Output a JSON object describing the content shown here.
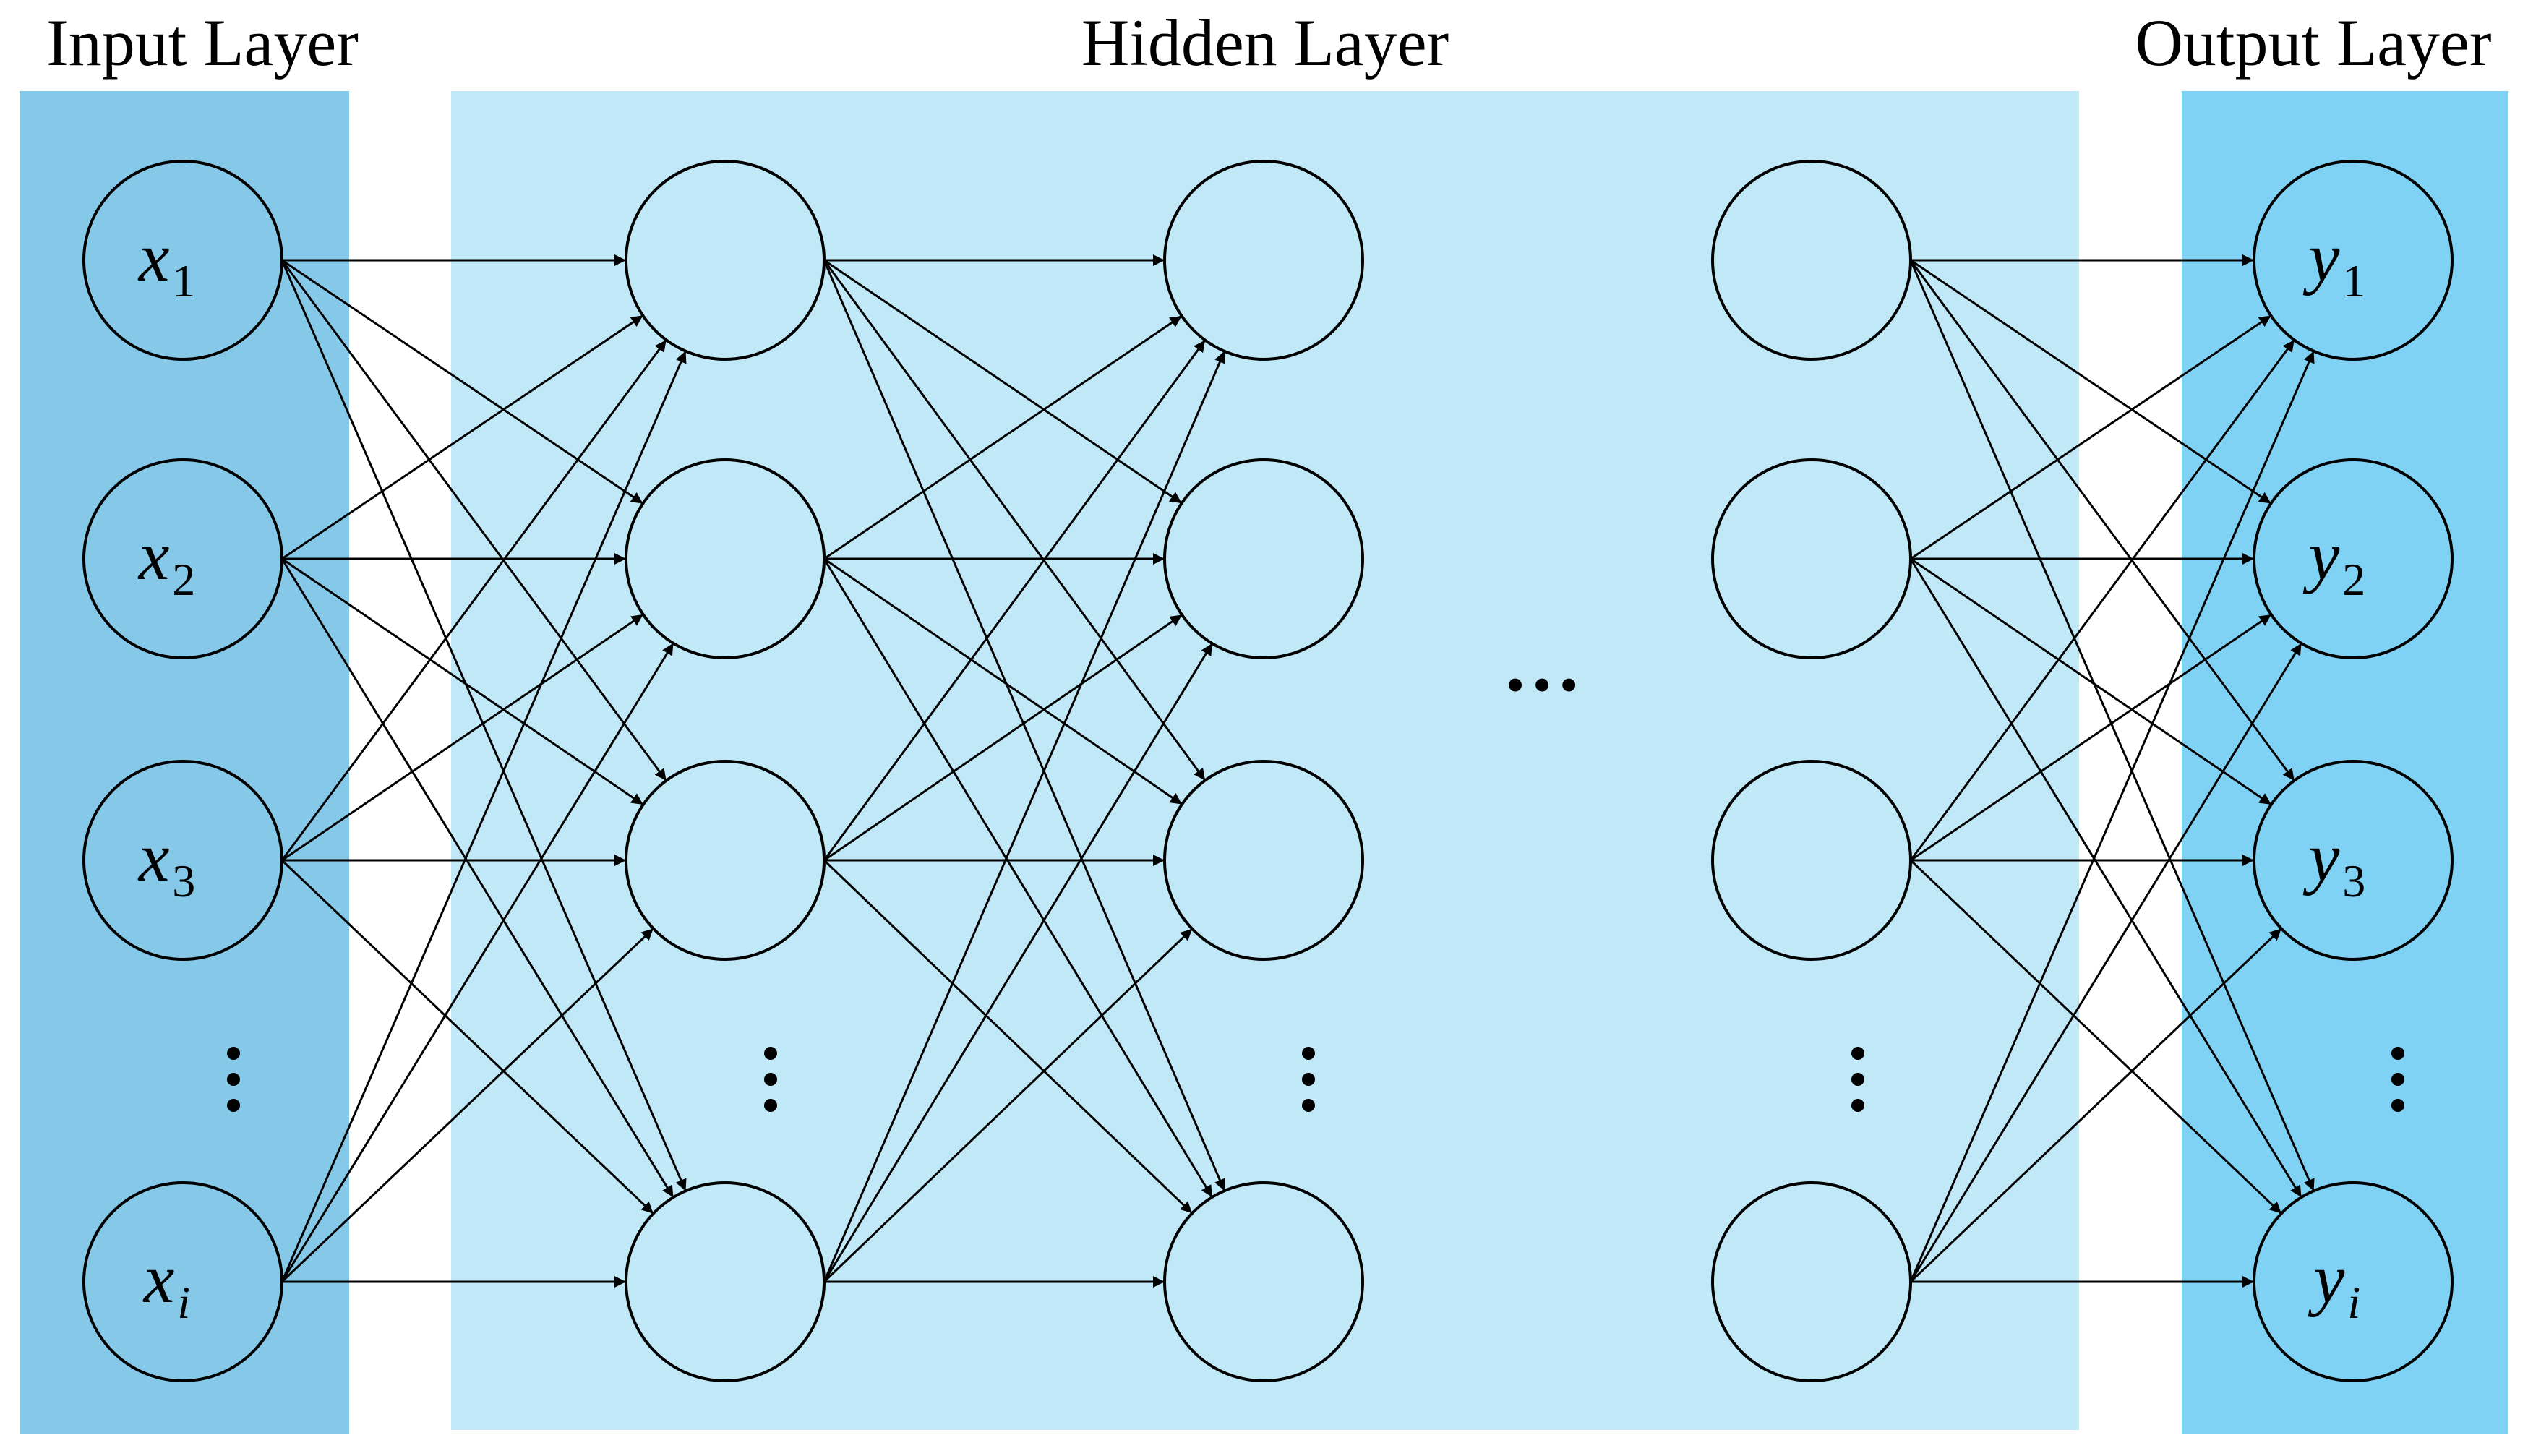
{
  "headings": {
    "input": "Input Layer",
    "hidden": "Hidden Layer",
    "output": "Output Layer"
  },
  "ellipsis_horizontal": "…",
  "layers": [
    {
      "role": "input",
      "nodes": [
        {
          "var": "x",
          "sub": "1"
        },
        {
          "var": "x",
          "sub": "2"
        },
        {
          "var": "x",
          "sub": "3"
        },
        {
          "var": "x",
          "sub": "i"
        }
      ]
    },
    {
      "role": "hidden",
      "nodes": [
        {
          "var": "",
          "sub": ""
        },
        {
          "var": "",
          "sub": ""
        },
        {
          "var": "",
          "sub": ""
        },
        {
          "var": "",
          "sub": ""
        }
      ]
    },
    {
      "role": "hidden",
      "nodes": [
        {
          "var": "",
          "sub": ""
        },
        {
          "var": "",
          "sub": ""
        },
        {
          "var": "",
          "sub": ""
        },
        {
          "var": "",
          "sub": ""
        }
      ]
    },
    {
      "role": "hidden",
      "nodes": [
        {
          "var": "",
          "sub": ""
        },
        {
          "var": "",
          "sub": ""
        },
        {
          "var": "",
          "sub": ""
        },
        {
          "var": "",
          "sub": ""
        }
      ]
    },
    {
      "role": "output",
      "nodes": [
        {
          "var": "y",
          "sub": "1"
        },
        {
          "var": "y",
          "sub": "2"
        },
        {
          "var": "y",
          "sub": "3"
        },
        {
          "var": "y",
          "sub": "i"
        }
      ]
    }
  ],
  "colors": {
    "input_band": "#85c8e8",
    "hidden_band": "#c0e8f7",
    "output_band": "#80d2f4",
    "stroke": "#000000",
    "background": "#ffffff"
  }
}
